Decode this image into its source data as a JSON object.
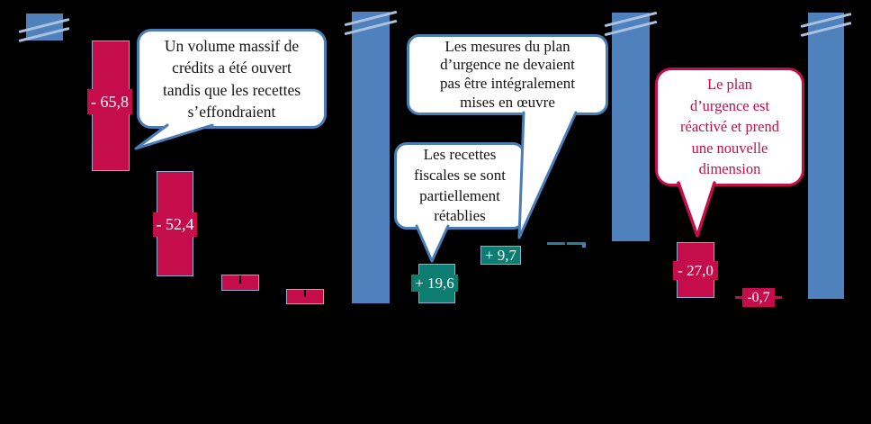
{
  "chart_data": {
    "type": "bar",
    "subtype": "waterfall",
    "title": "",
    "background": "#000000",
    "x_axis": {
      "tick_labels_visible": false
    },
    "y_axis": {
      "visible": false
    },
    "colors": {
      "level_column": "#4f81bd",
      "axis_break_mark": "#a9c2e0",
      "decrease_bar": "#c40d4a",
      "increase_bar": "#0d7c71",
      "near_zero_dash": "#2e7d95",
      "bar_border": "#8faecf",
      "value_label_text": "#ffffff",
      "callout_blue_border": "#4a7cb5",
      "callout_red_border": "#c40d4a",
      "callout_text_dark": "#141414",
      "callout_text_red": "#c40d4a"
    },
    "bars": [
      {
        "kind": "level",
        "color": "blue",
        "axis_break": true,
        "value_label": ""
      },
      {
        "kind": "decrease",
        "color": "crimson",
        "value": -65.8,
        "value_label": "- 65,8"
      },
      {
        "kind": "decrease",
        "color": "crimson",
        "value": -52.4,
        "value_label": "- 52,4"
      },
      {
        "kind": "decrease",
        "color": "crimson",
        "value": -7.7,
        "value_label": "",
        "estimated": true
      },
      {
        "kind": "decrease",
        "color": "crimson",
        "value": -7.3,
        "value_label": "",
        "estimated": true
      },
      {
        "kind": "level",
        "color": "blue",
        "axis_break": true,
        "value_label": ""
      },
      {
        "kind": "increase",
        "color": "teal",
        "value": 19.6,
        "value_label": "+ 19,6"
      },
      {
        "kind": "increase",
        "color": "teal",
        "value": 9.7,
        "value_label": "+ 9,7"
      },
      {
        "kind": "flat",
        "color": "teal",
        "value": 0.3,
        "value_label": "",
        "estimated": true
      },
      {
        "kind": "level",
        "color": "blue",
        "axis_break": true,
        "value_label": ""
      },
      {
        "kind": "decrease",
        "color": "crimson",
        "value": -27.0,
        "value_label": "- 27,0"
      },
      {
        "kind": "decrease",
        "color": "crimson",
        "value": -0.7,
        "value_label": "-0,7"
      },
      {
        "kind": "level",
        "color": "blue",
        "axis_break": true,
        "value_label": ""
      }
    ],
    "annotations": [
      {
        "style": "blue-callout",
        "points_to": "-65,8 bar",
        "text": "Un volume massif de crédits a été ouvert tandis que les recettes s’effondraient",
        "lines": [
          "Un volume massif de",
          "crédits a été ouvert",
          "tandis que les recettes",
          "s’effondraient"
        ]
      },
      {
        "style": "blue-callout",
        "points_to": "+9,7 bar",
        "text": "Les mesures du plan d’urgence ne devaient pas être intégralement mises en œuvre",
        "lines": [
          "Les mesures du plan",
          "d’urgence ne devaient",
          "pas être intégralement",
          "mises en œuvre"
        ]
      },
      {
        "style": "blue-callout",
        "points_to": "+19,6 bar",
        "text": "Les recettes fiscales se sont partiellement rétablies",
        "lines": [
          "Les recettes",
          "fiscales se sont",
          "partiellement",
          "rétablies"
        ]
      },
      {
        "style": "red-callout",
        "points_to": "-27,0 bar",
        "text": "Le plan d’urgence est réactivé et prend une nouvelle dimension",
        "lines": [
          "Le plan",
          "d’urgence est",
          "réactivé et prend",
          "une nouvelle",
          "dimension"
        ]
      }
    ]
  }
}
